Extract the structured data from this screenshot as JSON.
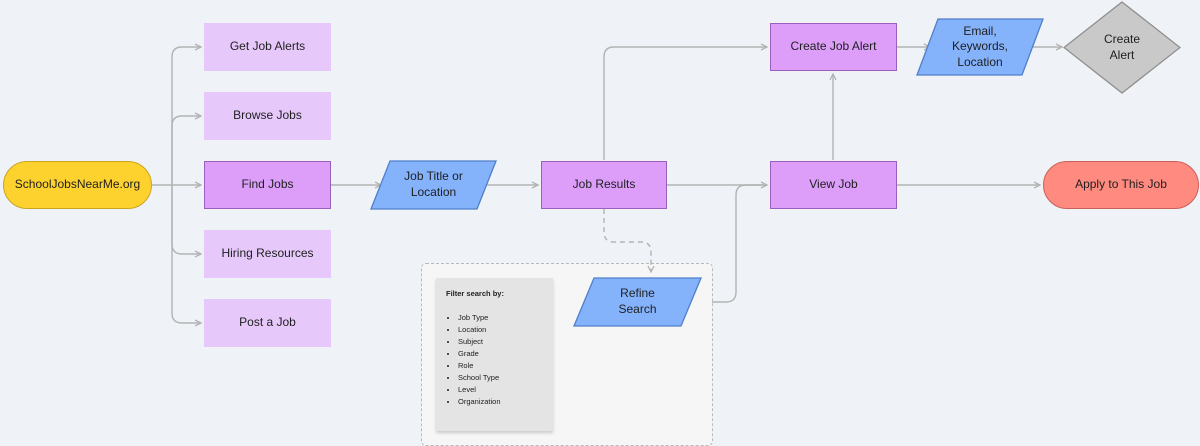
{
  "colors": {
    "start": "#fdd22f",
    "menu_item": "#e6c8fa",
    "process": "#dd9efa",
    "input": "#84b2fb",
    "decision": "#c9c9c9",
    "end": "#ff8a80",
    "connector": "#b3b3b3"
  },
  "nodes": {
    "site": "SchoolJobsNearMe.org",
    "get_alerts": "Get Job Alerts",
    "browse": "Browse Jobs",
    "find": "Find Jobs",
    "hiring": "Hiring Resources",
    "post": "Post a Job",
    "job_title": "Job Title or Location",
    "results": "Job Results",
    "create_alert": "Create Job Alert",
    "email_kw": "Email, Keywords, Location",
    "create_alert_decision": "Create Alert",
    "view_job": "View Job",
    "apply": "Apply to This Job",
    "refine": "Refine Search"
  },
  "filter_note": {
    "title": "Filter search by:",
    "items": [
      "Job Type",
      "Location",
      "Subject",
      "Grade",
      "Role",
      "School Type",
      "Level",
      "Organization"
    ]
  }
}
